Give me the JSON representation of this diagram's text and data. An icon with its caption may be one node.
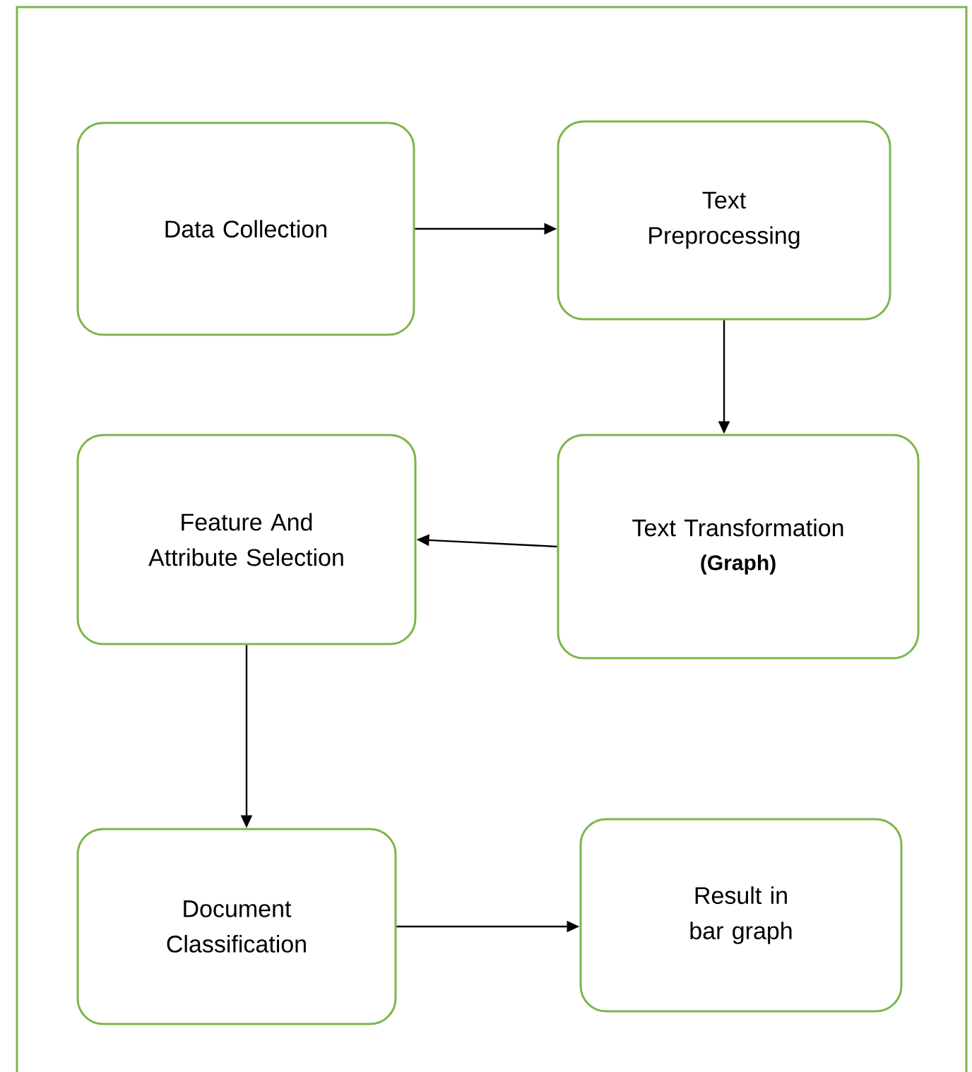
{
  "diagram": {
    "nodes": [
      {
        "text": [
          "Data Collection"
        ]
      },
      {
        "text": [
          "Text Preprocessing"
        ]
      },
      {
        "text": [
          "Text Transformation",
          "(Graph)"
        ]
      },
      {
        "text": [
          "Feature And Attribute Selection"
        ]
      },
      {
        "text": [
          "Document Classification"
        ]
      },
      {
        "text": [
          "Result in bar graph"
        ]
      }
    ],
    "edges": [
      {
        "from": 0,
        "to": 1,
        "arrow": "to"
      },
      {
        "from": 1,
        "to": 2,
        "arrow": "to"
      },
      {
        "from": 2,
        "to": 3,
        "arrow": "to"
      },
      {
        "from": 3,
        "to": 4,
        "arrow": "to"
      },
      {
        "from": 4,
        "to": 5,
        "arrow": "to"
      }
    ]
  }
}
